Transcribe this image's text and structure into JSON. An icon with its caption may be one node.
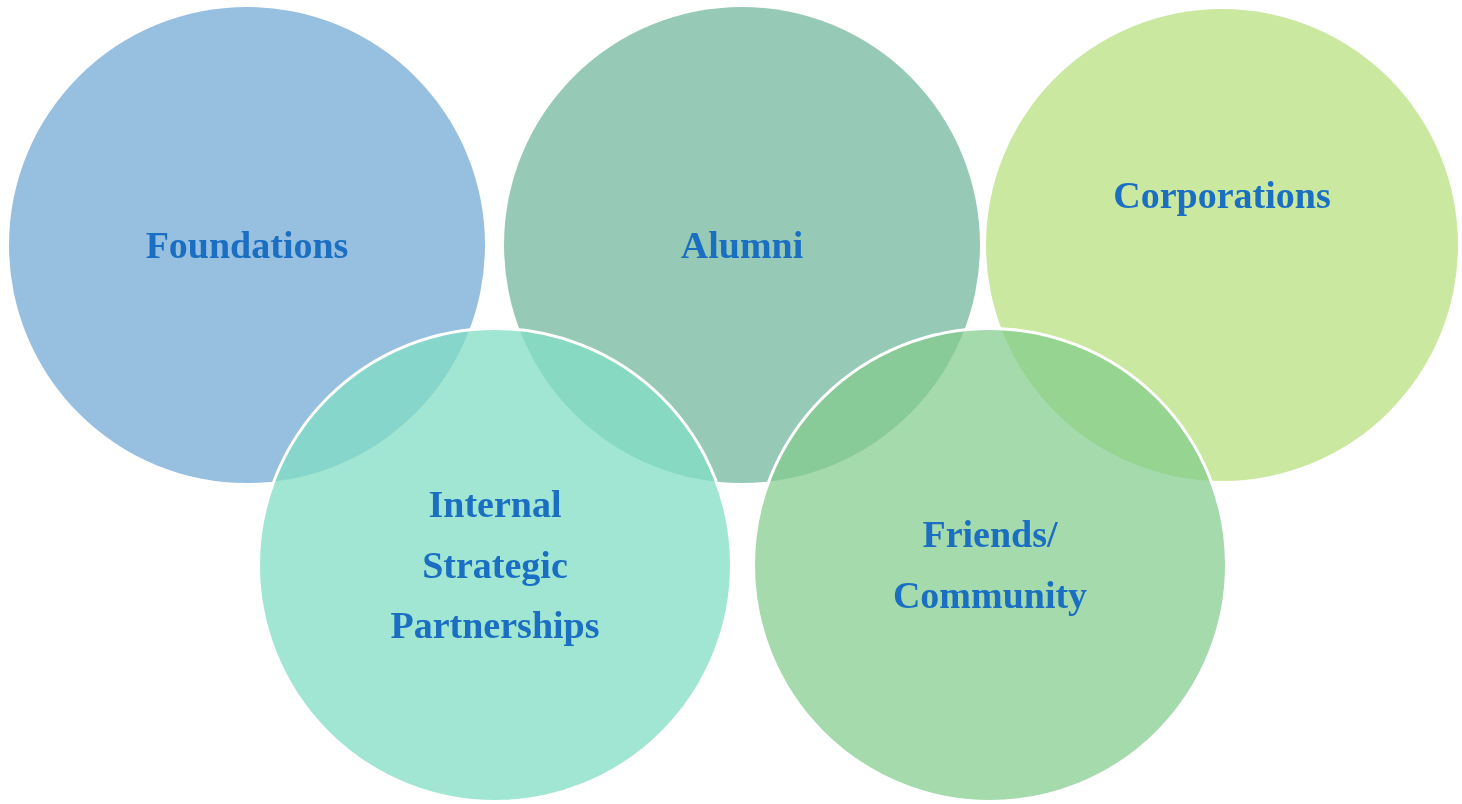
{
  "diagram": {
    "nodes": [
      {
        "text": [
          "Foundations"
        ]
      },
      {
        "text": [
          "Alumni"
        ]
      },
      {
        "text": [
          "Corporations"
        ]
      },
      {
        "text": [
          "Internal Strategic Partnerships"
        ]
      },
      {
        "text": [
          "Friends/ Community"
        ]
      }
    ]
  }
}
